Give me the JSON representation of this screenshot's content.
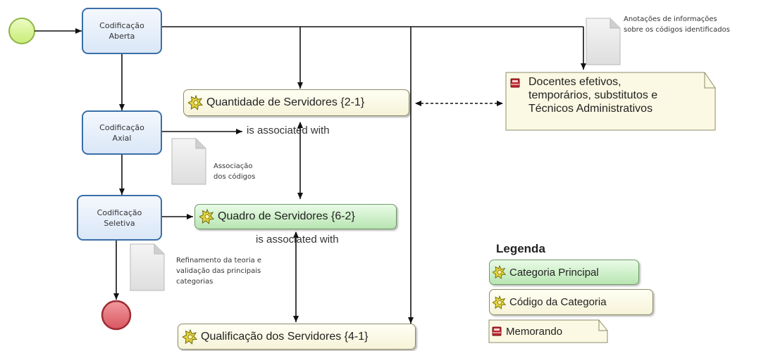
{
  "tasks": {
    "aberta": "Codificação\nAberta",
    "axial": "Codificação\nAxial",
    "seletiva": "Codificação\nSeletiva"
  },
  "categories": {
    "quantidade": "Quantidade de Servidores {2-1}",
    "quadro": "Quadro de Servidores {6-2}",
    "qualificacao": "Qualificação dos Servidores {4-1}"
  },
  "memo": {
    "text": "Docentes efetivos,\ntemporários, substitutos e\nTécnicos Administrativos"
  },
  "notes": {
    "anotacoes": "Anotações de informações\nsobre os códigos identificados",
    "associacao": "Associação\ndos códigos",
    "refinamento": "Refinamento da teoria e\nvalidação das principais\ncategorias"
  },
  "relations": {
    "first": "is associated with",
    "second": "is associated with"
  },
  "legend": {
    "title": "Legenda",
    "main_category": "Categoria Principal",
    "category_code": "Código da Categoria",
    "memo": "Memorando"
  },
  "colors": {
    "task_border": "#3a6fa8",
    "start_event": "#d9f59a",
    "end_event": "#e07076",
    "main_category": "#b8e5b2",
    "category": "#f6f3d8"
  },
  "icons": {
    "category": "code-star-icon",
    "memo": "memo-book-icon",
    "annotation": "document-icon"
  }
}
